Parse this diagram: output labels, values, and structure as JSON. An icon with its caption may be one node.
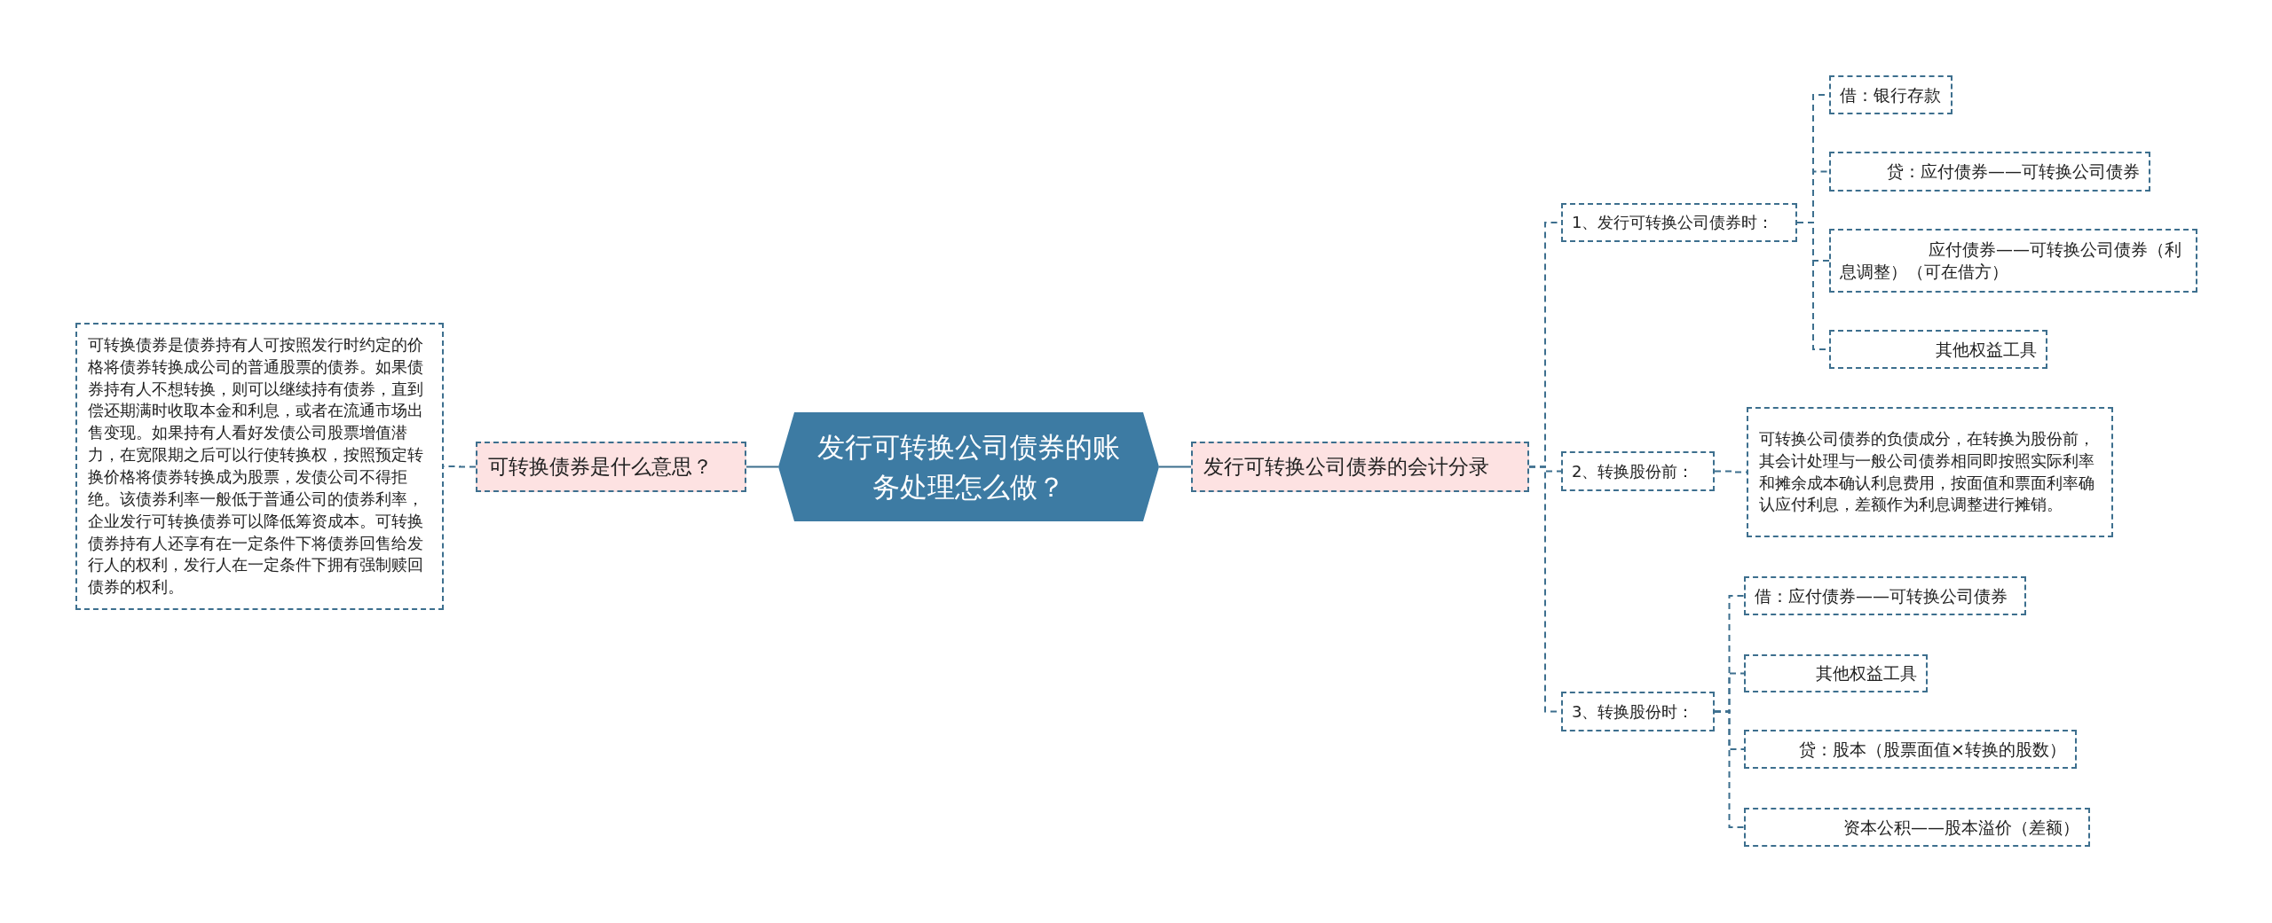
{
  "diagram": {
    "nodes": [
      {
        "text": [
          "发行可转换公司债券的账务处理怎么做？"
        ]
      },
      {
        "text": [
          "可转换债券是什么意思？"
        ]
      },
      {
        "text": [
          "可转换债券是债券持有人可按照发行时约定的价格将债券转换成公司的普通股票的债券。如果债券持有人不想转换，则可以继续持有债券，直到偿还期满时收取本金和利息，或者在流通市场出售变现。如果持有人看好发债公司股票增值潜力，在宽限期之后可以行使转换权，按照预定转换价格将债券转换成为股票，发债公司不得拒绝。该债券利率一般低于普通公司的债券利率，企业发行可转换债券可以降低筹资成本。可转换债券持有人还享有在一定条件下将债券回售给发行人的权利，发行人在一定条件下拥有强制赎回债券的权利。"
        ]
      },
      {
        "text": [
          "发行可转换公司债券的会计分录"
        ]
      },
      {
        "text": [
          "1、发行可转换公司债券时："
        ]
      },
      {
        "text": [
          "借：银行存款"
        ]
      },
      {
        "text": [
          "贷：应付债券——可转换公司债券"
        ]
      },
      {
        "text": [
          "应付债券——可转换公司债券（利息调整）（可在借方）"
        ]
      },
      {
        "text": [
          "其他权益工具"
        ]
      },
      {
        "text": [
          "2、转换股份前："
        ]
      },
      {
        "text": [
          "可转换公司债券的负债成分，在转换为股份前，其会计处理与一般公司债券相同即按照实际利率和摊余成本确认利息费用，按面值和票面利率确认应付利息，差额作为利息调整进行摊销。"
        ]
      },
      {
        "text": [
          "3、转换股份时："
        ]
      },
      {
        "text": [
          "借：应付债券——可转换公司债券"
        ]
      },
      {
        "text": [
          "其他权益工具"
        ]
      },
      {
        "text": [
          "贷：股本（股票面值×转换的股数）"
        ]
      },
      {
        "text": [
          "资本公积——股本溢价（差额）"
        ]
      }
    ],
    "edges": [
      {
        "from": 0,
        "to": 1,
        "arrow": "none"
      },
      {
        "from": 1,
        "to": 2,
        "arrow": "none",
        "style": "dashed"
      },
      {
        "from": 0,
        "to": 3,
        "arrow": "none"
      },
      {
        "from": 3,
        "to": 4,
        "arrow": "none",
        "style": "dashed"
      },
      {
        "from": 4,
        "to": 5,
        "arrow": "none",
        "style": "dashed"
      },
      {
        "from": 4,
        "to": 6,
        "arrow": "none",
        "style": "dashed"
      },
      {
        "from": 4,
        "to": 7,
        "arrow": "none",
        "style": "dashed"
      },
      {
        "from": 4,
        "to": 8,
        "arrow": "none",
        "style": "dashed"
      },
      {
        "from": 3,
        "to": 9,
        "arrow": "none",
        "style": "dashed"
      },
      {
        "from": 9,
        "to": 10,
        "arrow": "none",
        "style": "dashed"
      },
      {
        "from": 3,
        "to": 11,
        "arrow": "none",
        "style": "dashed"
      },
      {
        "from": 11,
        "to": 12,
        "arrow": "none",
        "style": "dashed"
      },
      {
        "from": 11,
        "to": 13,
        "arrow": "none",
        "style": "dashed"
      },
      {
        "from": 11,
        "to": 14,
        "arrow": "none",
        "style": "dashed"
      },
      {
        "from": 11,
        "to": 15,
        "arrow": "none",
        "style": "dashed"
      }
    ]
  }
}
